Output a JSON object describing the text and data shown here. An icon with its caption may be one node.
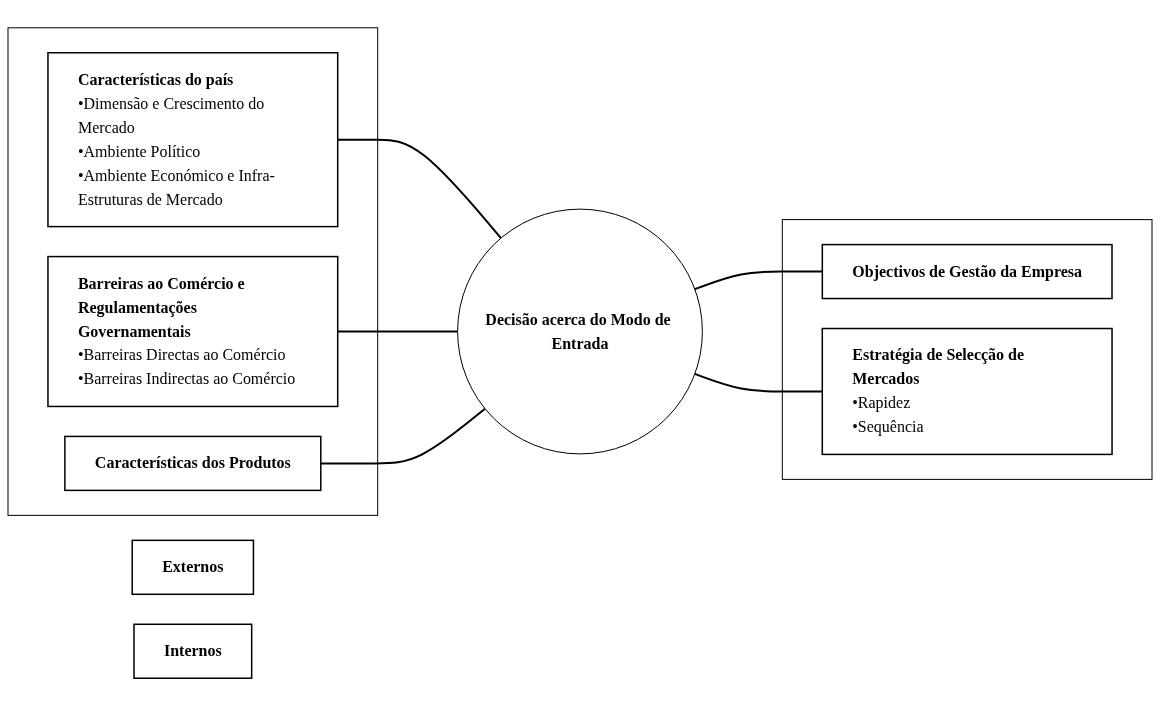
{
  "diagram": {
    "nodes": [
      {
        "text": [
          "Externos"
        ]
      },
      {
        "text": [
          "Internos"
        ]
      },
      {
        "text": [],
        "shape": "box"
      },
      {
        "text": [
          "Características do país",
          "•Dimensão e Crescimento do Mercado",
          "•Ambiente Político",
          "•Ambiente Económico e Infra-Estruturas de Mercado"
        ],
        "in": 2
      },
      {
        "text": [
          "Barreiras ao Comércio e Regulamentações Governamentais",
          "•Barreiras Directas ao Comércio",
          "•Barreiras Indirectas ao Comércio"
        ],
        "in": 2
      },
      {
        "text": [
          "Características dos Produtos"
        ],
        "in": 2
      },
      {
        "text": [
          "Decisão acerca do Modo de Entrada"
        ]
      },
      {
        "text": [],
        "shape": "box"
      },
      {
        "text": [
          "Objectivos de Gestão da Empresa"
        ],
        "in": 7
      },
      {
        "text": [
          "Estratégia de Selecção de Mercados",
          "•Rapidez",
          "•Sequência"
        ],
        "in": 7
      }
    ],
    "edges": [
      {
        "from": 3,
        "to": 6,
        "arrow": "none"
      },
      {
        "from": 4,
        "to": 6,
        "arrow": "none"
      },
      {
        "from": 5,
        "to": 6,
        "arrow": "none"
      },
      {
        "from": 6,
        "to": 8,
        "arrow": "none"
      },
      {
        "from": 6,
        "to": 9,
        "arrow": "none"
      }
    ]
  }
}
